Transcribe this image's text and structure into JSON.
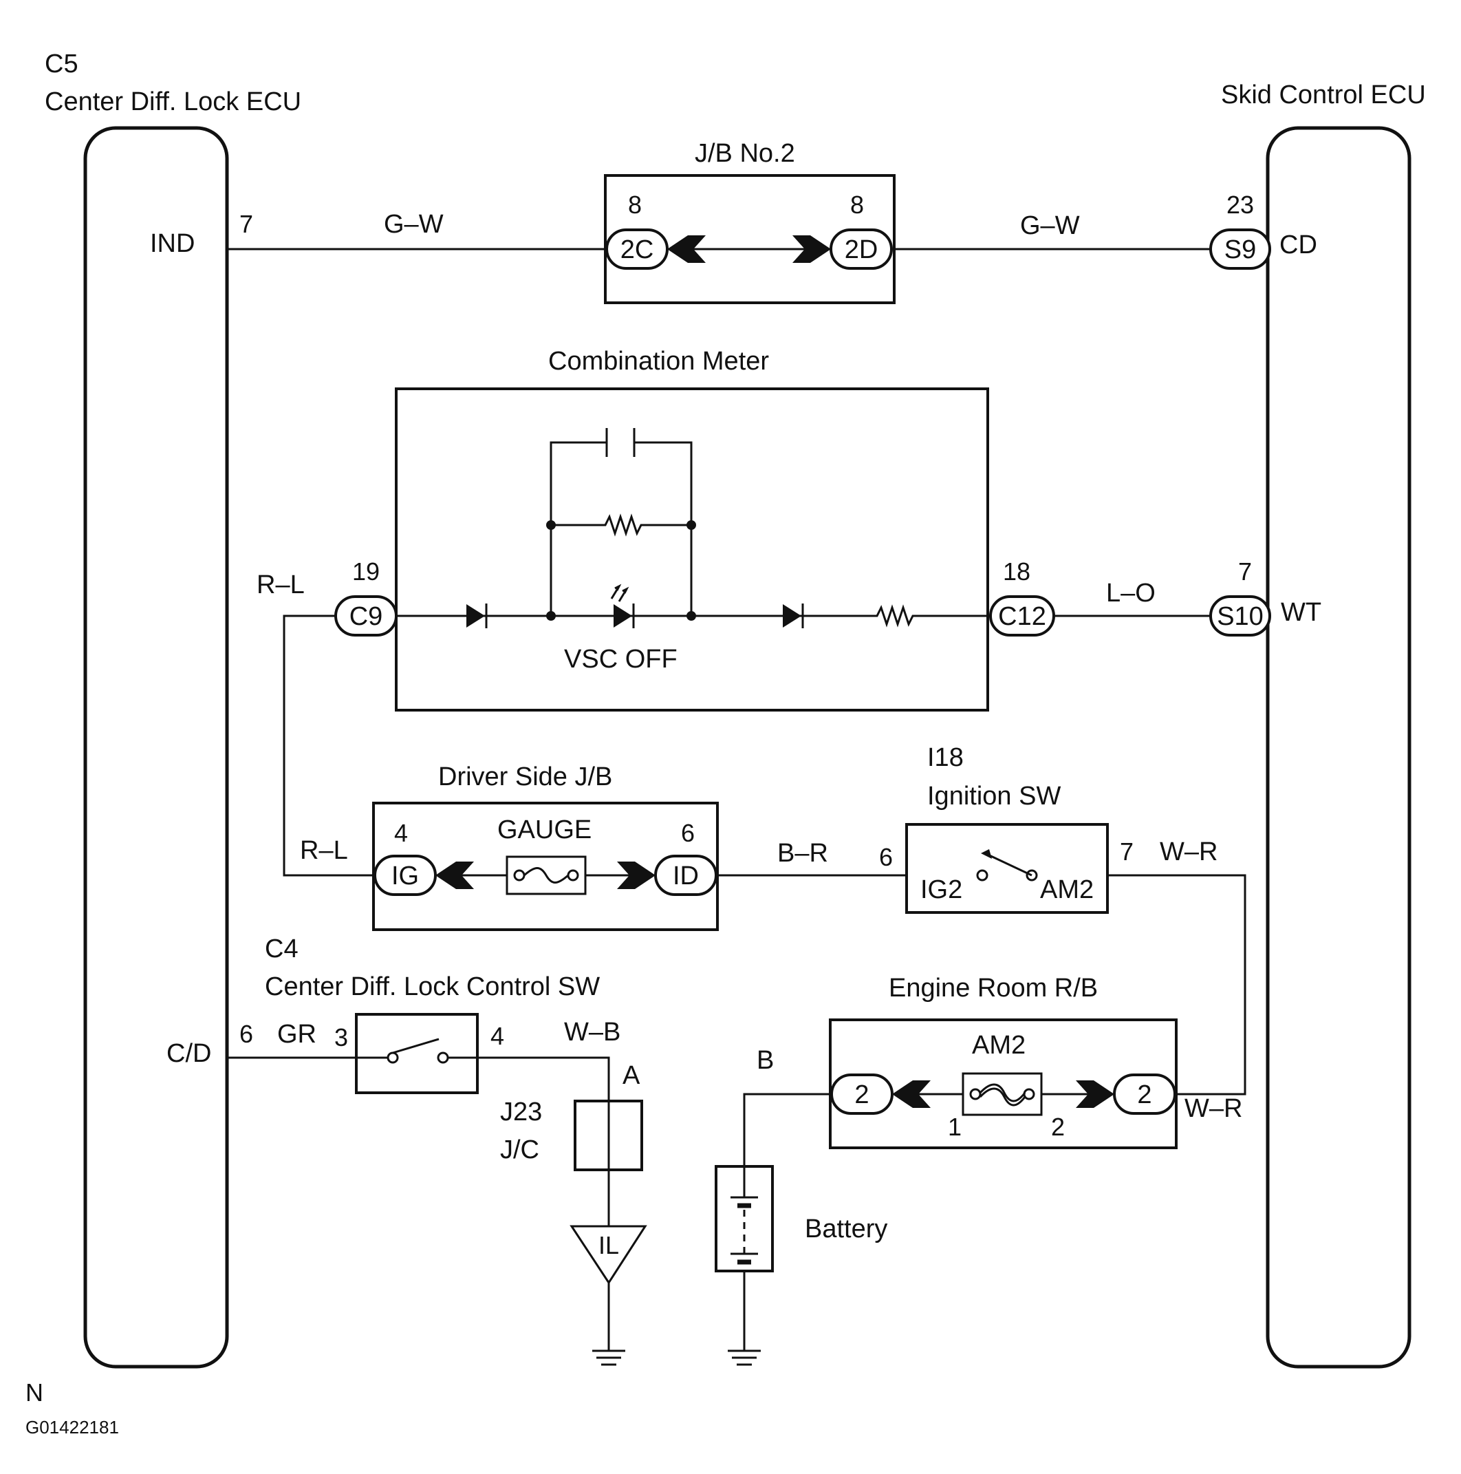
{
  "ecu_left": {
    "code": "C5",
    "name": "Center Diff. Lock ECU",
    "terminal_ind": "IND",
    "terminal_cd": "C/D"
  },
  "ecu_right": {
    "name": "Skid Control ECU",
    "terminal_cd": "CD",
    "terminal_wt": "WT"
  },
  "jb_no2": {
    "title": "J/B No.2",
    "pin_left": "8",
    "pin_right": "8",
    "conn_left": "2C",
    "conn_right": "2D"
  },
  "wires": {
    "ind_pin": "7",
    "gw_left": "G–W",
    "gw_right": "G–W",
    "s9_pin": "23",
    "s9": "S9",
    "rl_top": "R–L",
    "rl_bottom": "R–L",
    "c9_pin": "19",
    "c9": "C9",
    "c12_pin": "18",
    "c12": "C12",
    "lo": "L–O",
    "s10_pin": "7",
    "s10": "S10",
    "br": "B–R",
    "wr_top": "W–R",
    "wr_bottom": "W–R",
    "cd_pin": "6",
    "gr": "GR",
    "wb": "W–B",
    "b": "B"
  },
  "combination_meter": {
    "title": "Combination Meter",
    "lamp_label": "VSC OFF"
  },
  "driver_jb": {
    "title": "Driver Side J/B",
    "pin_left": "4",
    "pin_right": "6",
    "conn_left": "IG",
    "conn_right": "ID",
    "fuse": "GAUGE"
  },
  "ignition_sw": {
    "code": "I18",
    "name": "Ignition SW",
    "pin_left": "6",
    "pin_right": "7",
    "term_left": "IG2",
    "term_right": "AM2"
  },
  "control_sw": {
    "code": "C4",
    "name": "Center Diff. Lock Control SW",
    "pin_left": "3",
    "pin_right": "4"
  },
  "jc": {
    "code": "J23",
    "name": "J/C",
    "terminal": "A",
    "ground_code": "IL"
  },
  "engine_rb": {
    "title": "Engine Room R/B",
    "fuse": "AM2",
    "conn_left": "2",
    "conn_right": "2",
    "pin_left": "1",
    "pin_right": "2"
  },
  "battery": {
    "label": "Battery"
  },
  "footer": {
    "letter": "N",
    "figure_id": "G01422181"
  }
}
